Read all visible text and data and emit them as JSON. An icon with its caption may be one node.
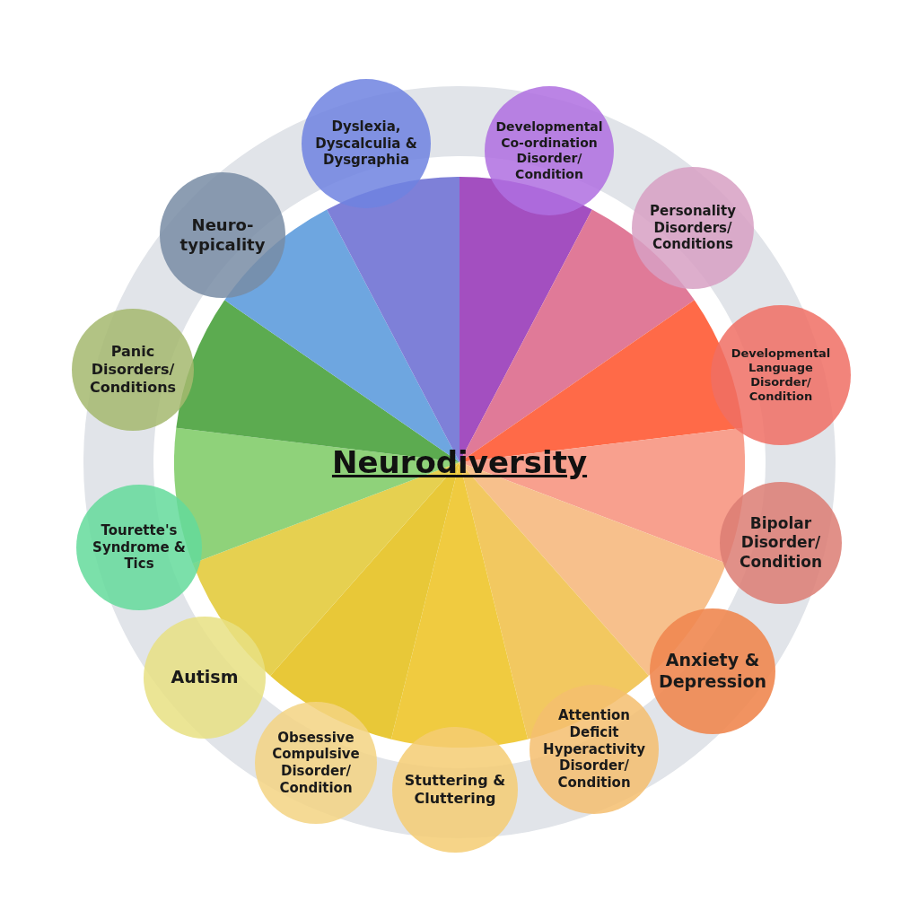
{
  "diagram": {
    "nodes": [
      {
        "text": [
          "Neurodiversity"
        ]
      },
      {
        "text": [
          "Dyslexia, Dyscalculia & Dysgraphia"
        ]
      },
      {
        "text": [
          "Developmental Co-ordination Disorder/ Condition"
        ]
      },
      {
        "text": [
          "Personality Disorders/ Conditions"
        ]
      },
      {
        "text": [
          "Developmental Language Disorder/ Condition"
        ]
      },
      {
        "text": [
          "Bipolar Disorder/ Condition"
        ]
      },
      {
        "text": [
          "Anxiety & Depression"
        ]
      },
      {
        "text": [
          "Attention Deficit Hyperactivity Disorder/ Condition"
        ]
      },
      {
        "text": [
          "Stuttering & Cluttering"
        ]
      },
      {
        "text": [
          "Obsessive Compulsive Disorder/ Condition"
        ]
      },
      {
        "text": [
          "Autism"
        ]
      },
      {
        "text": [
          "Tourette's Syndrome & Tics"
        ]
      },
      {
        "text": [
          "Panic Disorders/ Conditions"
        ]
      },
      {
        "text": [
          "Neuro-typicality"
        ]
      }
    ]
  }
}
